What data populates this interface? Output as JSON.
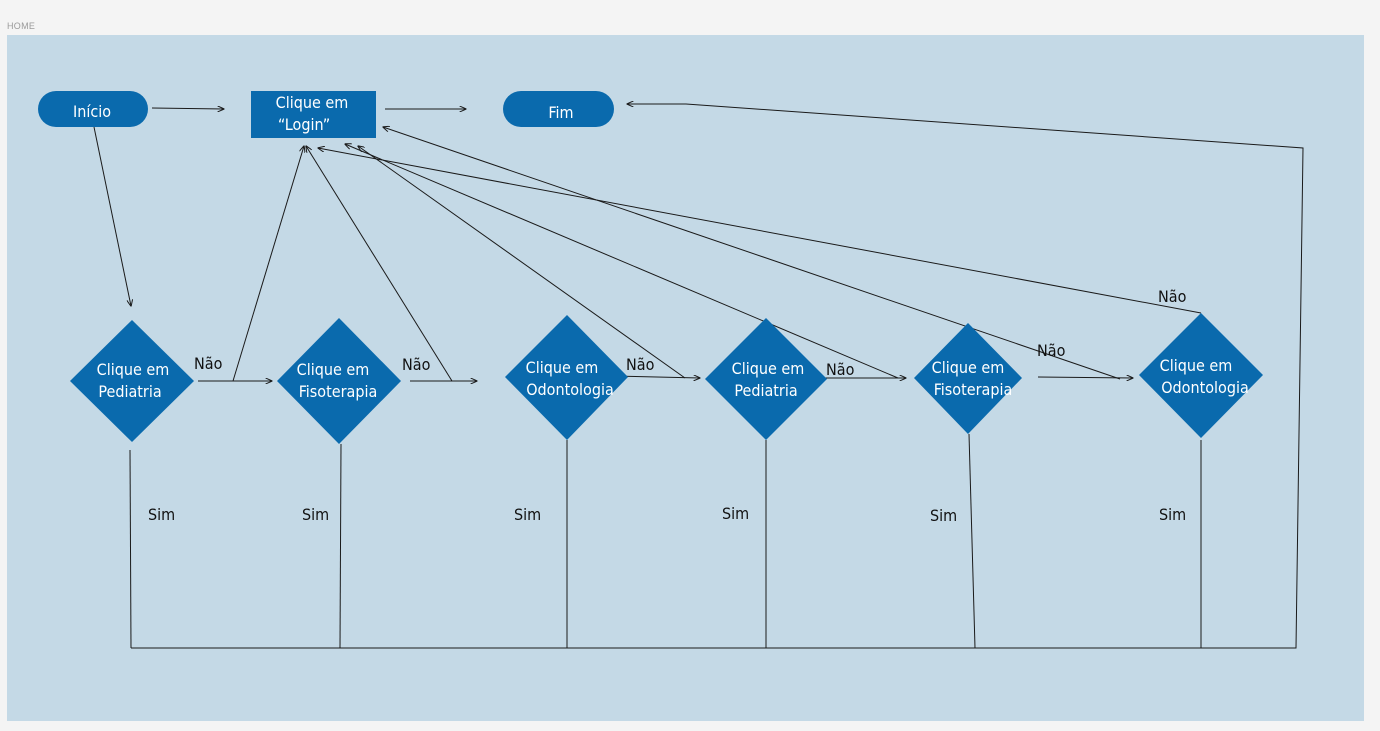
{
  "frame": {
    "label": "HOME"
  },
  "nodes": {
    "start": {
      "label": "Início"
    },
    "login": {
      "line1": "Clique em",
      "line2": "“Login”"
    },
    "end": {
      "label": "Fim"
    },
    "d1": {
      "line1": "Clique em",
      "line2": "Pediatria"
    },
    "d2": {
      "line1": "Clique em",
      "line2": "Fisoterapia"
    },
    "d3": {
      "line1": "Clique em",
      "line2": "Odontologia"
    },
    "d4": {
      "line1": "Clique em",
      "line2": "Pediatria"
    },
    "d5": {
      "line1": "Clique em",
      "line2": "Fisoterapia"
    },
    "d6": {
      "line1": "Clique em",
      "line2": "Odontologia"
    }
  },
  "edge_labels": {
    "nao": "Não",
    "sim": "Sim"
  },
  "colors": {
    "node_fill": "#0a6aad",
    "background": "#c4d9e6",
    "line": "#1a1a1a"
  }
}
